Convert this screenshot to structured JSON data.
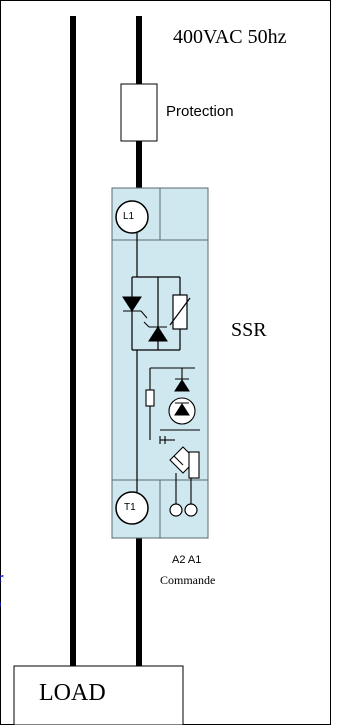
{
  "supply": {
    "label": "400VAC 50hz"
  },
  "fuse": {
    "label": "Protection"
  },
  "ssr": {
    "label": "SSR",
    "terminal_top": "L1",
    "terminal_bottom": "T1",
    "control_terminals": "A2 A1",
    "control_label": "Commande",
    "body_color": "#cfe7ee"
  },
  "load": {
    "label": "LOAD"
  },
  "left_edge_text": [
    "r",
    "o",
    "c"
  ],
  "colors": {
    "wire": "#000000",
    "side_text": "#1a1acc"
  }
}
